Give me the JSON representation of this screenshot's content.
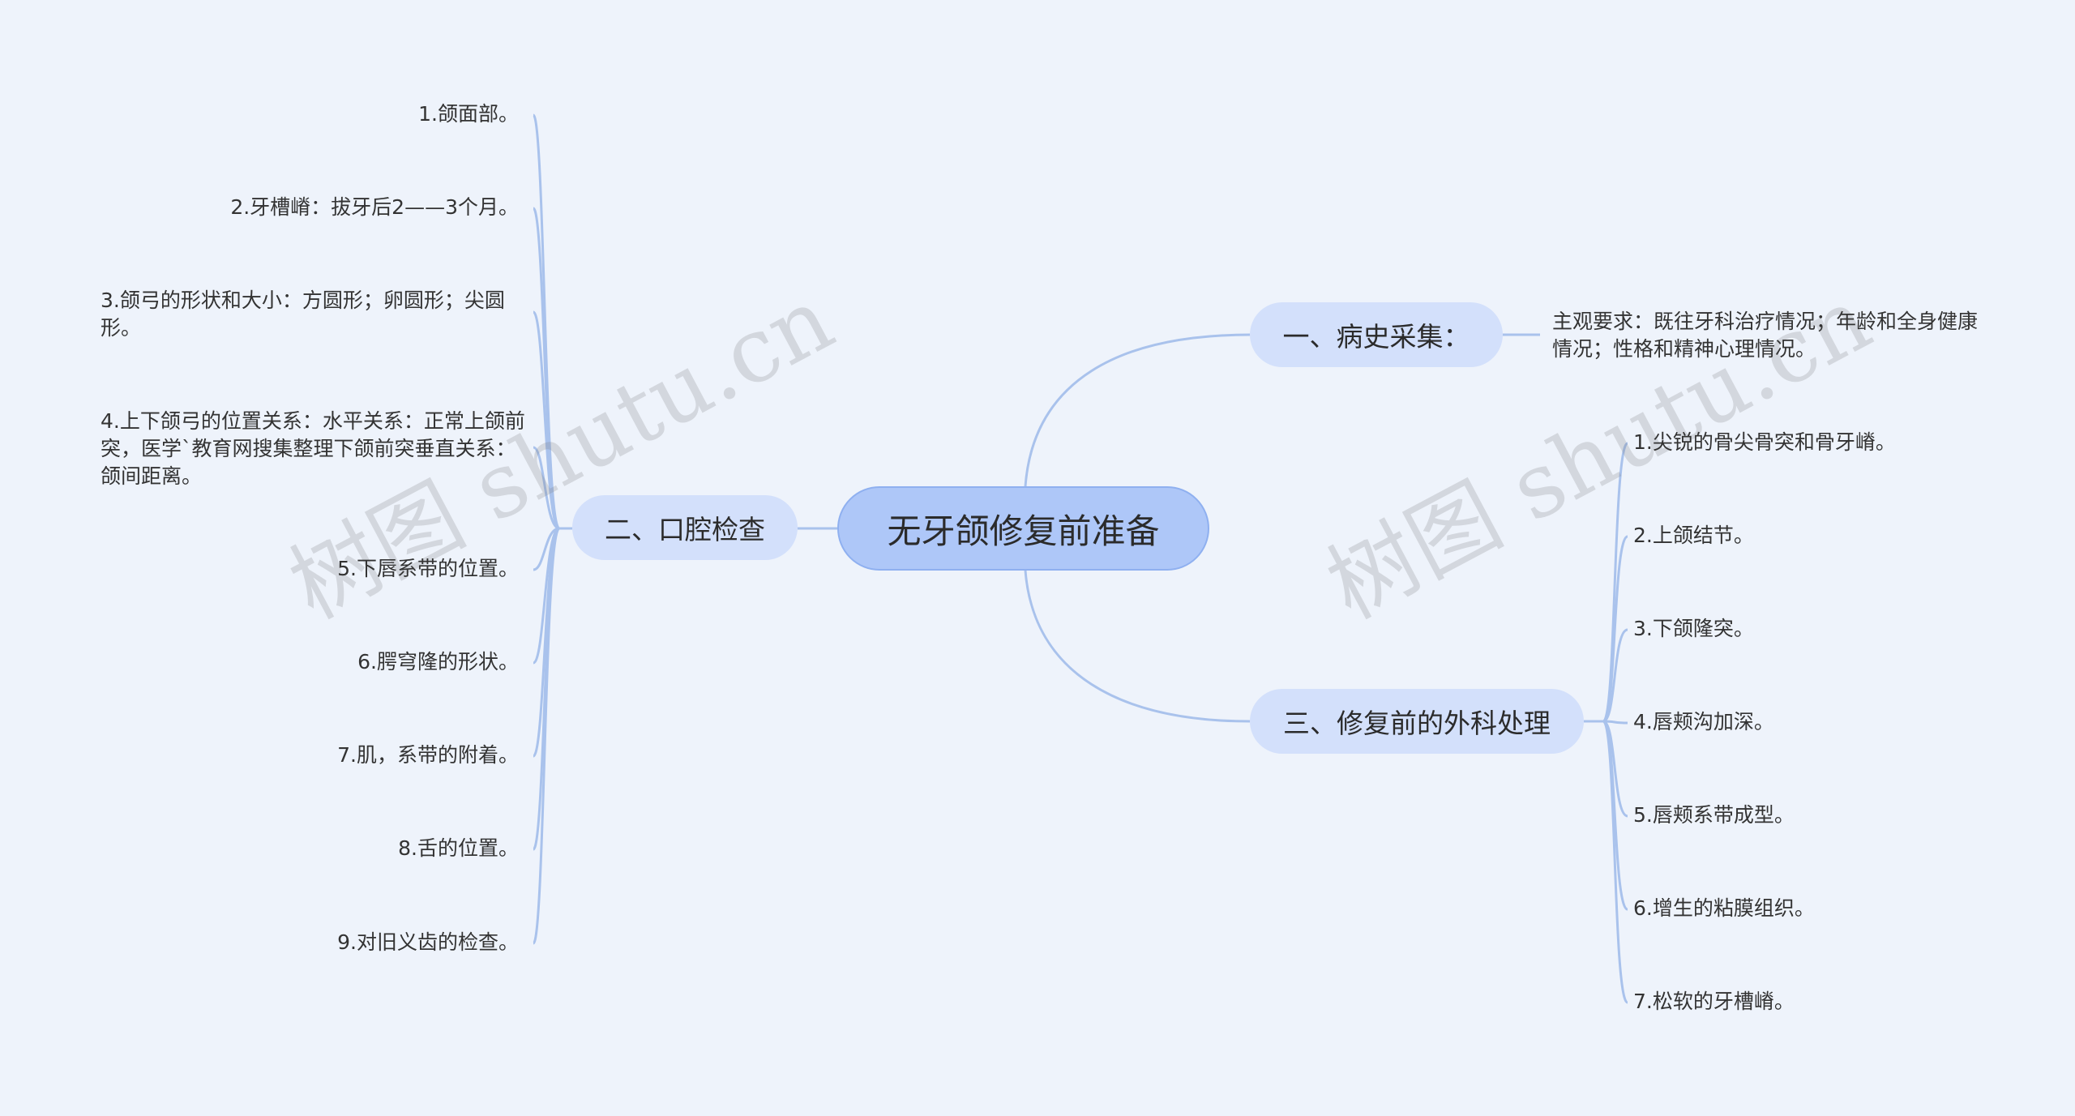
{
  "root": {
    "label": "无牙颌修复前准备"
  },
  "branches": {
    "history": {
      "label": "一、病史采集：",
      "items": [
        "主观要求：既往牙科治疗情况；年龄和全身健康情况；性格和精神心理情况。"
      ]
    },
    "oral": {
      "label": "二、口腔检查",
      "items": [
        "1.颌面部。",
        "2.牙槽嵴：拔牙后2——3个月。",
        "3.颌弓的形状和大小：方圆形；卵圆形；尖圆形。",
        "4.上下颌弓的位置关系：水平关系：正常上颌前突，医学`教育网搜集整理下颌前突垂直关系：颌间距离。",
        "5.下唇系带的位置。",
        "6.腭穹隆的形状。",
        "7.肌，系带的附着。",
        "8.舌的位置。",
        "9.对旧义齿的检查。"
      ]
    },
    "surgery": {
      "label": "三、修复前的外科处理",
      "items": [
        "1.尖锐的骨尖骨突和骨牙嵴。",
        "2.上颌结节。",
        "3.下颌隆突。",
        "4.唇颊沟加深。",
        "5.唇颊系带成型。",
        "6.增生的粘膜组织。",
        "7.松软的牙槽嵴。"
      ]
    }
  },
  "colors": {
    "line": "#a9c2ec",
    "root_fill": "#aec7f8",
    "branch_fill": "#d3e0fb",
    "background": "#eef3fb"
  },
  "watermark": {
    "text": "树图 shutu.cn"
  }
}
